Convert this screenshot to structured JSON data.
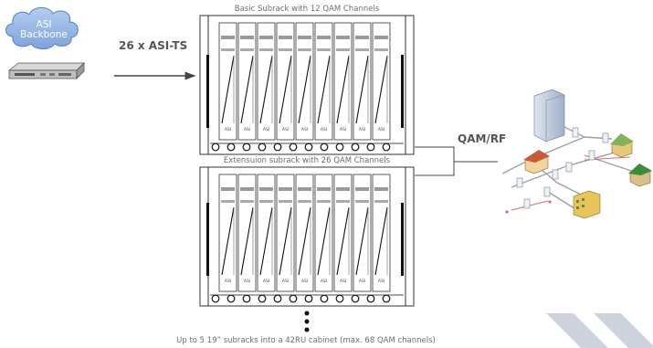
{
  "backbone": {
    "line1": "ASI",
    "line2": "Backbone"
  },
  "input_label": "26 x ASI-TS",
  "output_label": "QAM/RF",
  "subracks": [
    {
      "title": "Basic Subrack with 12 QAM Channels",
      "module_label": "ASI"
    },
    {
      "title": "Extensuion subrack with 26 QAM Channels",
      "module_label": "ASI"
    }
  ],
  "footer_note": "Up to 5 19” subracks into a 42RU cabinet (max. 68 QAM channels)",
  "colors": {
    "cloud_fill": "#8fb4e8",
    "cloud_stroke": "#5a7fb8",
    "arrow": "#444444",
    "rack_stroke": "#333333",
    "chevron": "#cdd2db"
  }
}
